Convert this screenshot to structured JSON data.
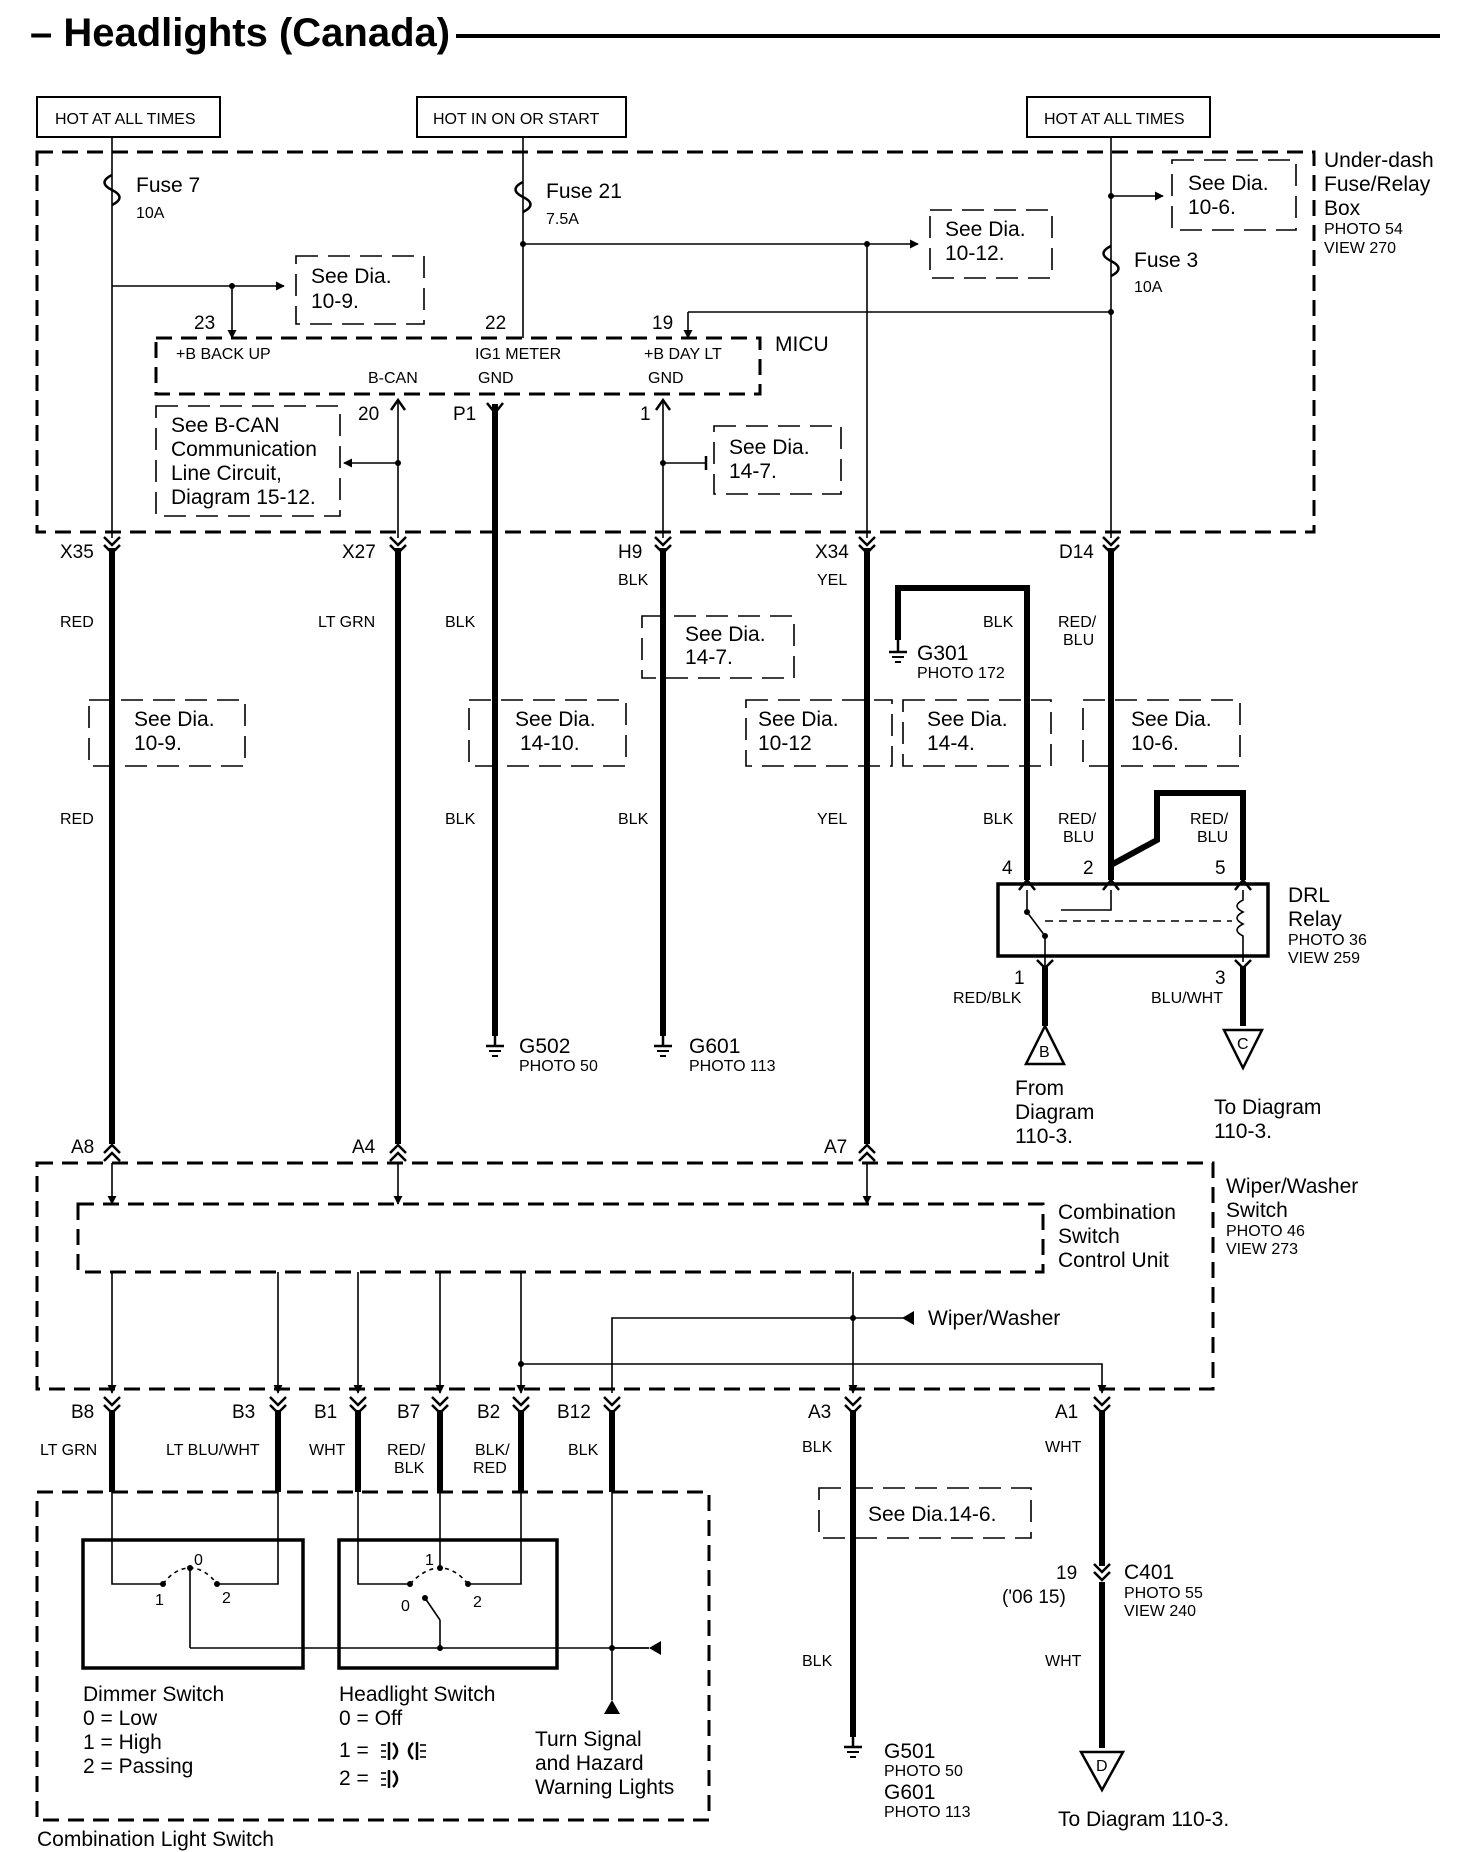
{
  "title": "– Headlights (Canada)",
  "power": {
    "left": "HOT AT ALL TIMES",
    "mid": "HOT IN ON OR START",
    "right": "HOT AT ALL TIMES"
  },
  "fusebox": {
    "name_lines": [
      "Under-dash",
      "Fuse/Relay",
      "Box"
    ],
    "photo": "PHOTO 54",
    "view": "VIEW 270"
  },
  "fuses": [
    {
      "name": "Fuse 7",
      "rating": "10A"
    },
    {
      "name": "Fuse 21",
      "rating": "7.5A"
    },
    {
      "name": "Fuse 3",
      "rating": "10A"
    }
  ],
  "micu": {
    "name": "MICU",
    "pins": [
      "23",
      "22",
      "19",
      "20",
      "P1",
      "1"
    ],
    "labels": [
      "+B BACK UP",
      "IG1 METER",
      "+B DAY LT",
      "B-CAN",
      "GND",
      "GND"
    ]
  },
  "see_refs": {
    "d10_9_top": [
      "See Dia.",
      "10-9."
    ],
    "d10_6_top": [
      "See Dia.",
      "10-6."
    ],
    "d10_12_top": [
      "See Dia.",
      "10-12."
    ],
    "d14_7_top": [
      "See Dia.",
      "14-7."
    ],
    "bcan": [
      "See B-CAN",
      "Communication",
      "Line Circuit,",
      "Diagram 15-12."
    ],
    "d14_7_mid": [
      "See Dia.",
      "14-7."
    ],
    "d10_9_mid": [
      "See Dia.",
      "10-9."
    ],
    "d14_10": [
      "See Dia.",
      "14-10."
    ],
    "d10_12_mid": [
      "See Dia.",
      "10-12"
    ],
    "d14_4": [
      "See Dia.",
      "14-4."
    ],
    "d10_6_mid": [
      "See Dia.",
      "10-6."
    ],
    "d14_6": "See Dia.14-6."
  },
  "connectors_top": [
    "X35",
    "X27",
    "H9",
    "X34",
    "D14"
  ],
  "wires": {
    "red": "RED",
    "lt_grn": "LT GRN",
    "blk": "BLK",
    "yel": "YEL",
    "red_blu": [
      "RED/",
      "BLU"
    ],
    "red_blk": "RED/BLK",
    "blu_wht": "BLU/WHT",
    "lt_blu_wht": "LT BLU/WHT",
    "wht": "WHT",
    "red_blk2": [
      "RED/",
      "BLK"
    ],
    "blk_red": [
      "BLK/",
      "RED"
    ]
  },
  "grounds": {
    "g301": {
      "name": "G301",
      "photo": "PHOTO 172"
    },
    "g502": {
      "name": "G502",
      "photo": "PHOTO 50"
    },
    "g601": {
      "name": "G601",
      "photo": "PHOTO 113"
    },
    "g501": {
      "name": "G501",
      "photo": "PHOTO 50"
    },
    "g601b": {
      "name": "G601",
      "photo": "PHOTO 113"
    }
  },
  "relay": {
    "name": "DRL",
    "name2": "Relay",
    "photo": "PHOTO 36",
    "view": "VIEW 259",
    "pins": [
      "4",
      "2",
      "5",
      "1",
      "3"
    ]
  },
  "offpage": {
    "b_letter": "B",
    "b_text": [
      "From",
      "Diagram",
      "110-3."
    ],
    "c_letter": "C",
    "c_text": [
      "To Diagram",
      "110-3."
    ],
    "d_letter": "D",
    "d_text": "To Diagram 110-3."
  },
  "wiper_switch": {
    "name": [
      "Wiper/Washer",
      "Switch"
    ],
    "photo": "PHOTO 46",
    "view": "VIEW 273",
    "control_unit": [
      "Combination",
      "Switch",
      "Control Unit"
    ],
    "wiper_washer": "Wiper/Washer",
    "top_pins": [
      "A8",
      "A4",
      "A7"
    ],
    "bottom_pins": [
      "B8",
      "B3",
      "B1",
      "B7",
      "B2",
      "B12",
      "A3",
      "A1"
    ]
  },
  "c401": {
    "name": "C401",
    "pin": "19",
    "year": "('06 15)",
    "photo": "PHOTO 55",
    "view": "VIEW 240"
  },
  "switches": {
    "dimmer": {
      "title": "Dimmer Switch",
      "lines": [
        "0 = Low",
        "1 = High",
        "2 = Passing"
      ]
    },
    "headlight": {
      "title": "Headlight Switch",
      "lines": [
        "0 = Off",
        "1 =",
        "2 ="
      ]
    },
    "positions": [
      "0",
      "1",
      "2"
    ],
    "turn": [
      "Turn Signal",
      "and Hazard",
      "Warning Lights"
    ],
    "assembly": "Combination Light Switch"
  }
}
